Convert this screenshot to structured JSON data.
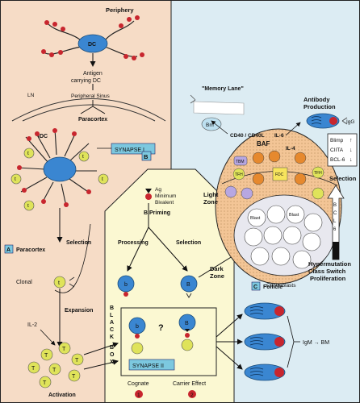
{
  "top": {
    "periphery": "Periphery",
    "dc": "DC",
    "antigen_line1": "Antigen",
    "antigen_line2": "carrying DC",
    "ln": "LN",
    "sinus": "Peripheral Sinus",
    "paracortex_top": "Paracortex"
  },
  "left": {
    "idc": "IDC",
    "synapse1": "SYNAPSE I",
    "panel_a_letter": "A",
    "panel_a_label": "Paracortex",
    "selection": "Selection",
    "clonal": "Clonal",
    "expansion": "Expansion",
    "il2": "IL-2",
    "activation": "Activation",
    "t": "t",
    "T": "T"
  },
  "middle": {
    "panel_b_letter": "B",
    "ag_line1": "Ag",
    "ag_line2": "Minimum",
    "ag_line3": "Bivalent",
    "b_priming": "B Priming",
    "processing": "Processing",
    "selection": "Selection",
    "black_box": [
      "B",
      "L",
      "A",
      "C",
      "K",
      "",
      "B",
      "O",
      "X"
    ],
    "question": "?",
    "synapse2": "SYNAPSE II",
    "cognate": "Cognate",
    "carrier": "Carrier Effect",
    "num1": "1",
    "num2": "2",
    "b": "b",
    "B": "B"
  },
  "right": {
    "memory_lane": "\"Memory Lane\"",
    "bm": "Bm",
    "baf": "BAF",
    "cd40": "CD40 / CD40L",
    "il6": "IL-6",
    "il4": "IL-4",
    "antibody_line1": "Antibody",
    "antibody_line2": "Production",
    "igg": "IgG",
    "blimp": "Blimp",
    "ciita": "CIITA",
    "bcl6": "BCL-6",
    "selection": "Selection",
    "bcl6_vertical": [
      "B",
      "C",
      "L",
      "6"
    ],
    "light_zone_1": "Light",
    "light_zone_2": "Zone",
    "dark_zone_1": "Dark",
    "dark_zone_2": "Zone",
    "hyper_1": "Hypermutation",
    "hyper_2": "Class Switch",
    "hyper_3": "Proliferation",
    "centroblasts": "Centroblasts",
    "panel_c_letter": "C",
    "panel_c_label": "Follicle",
    "tfh": "TFH",
    "tbm": "TBM",
    "fdc": "FDC",
    "blast": "Blast",
    "igm_bm": "IgM → BM"
  },
  "colors": {
    "left_bg": "#f6dcc6",
    "right_bg": "#dcecf3",
    "center_bg": "#fbf8d2",
    "cell_blue": "#3a86d1",
    "t_yellow": "#dfe35a",
    "red": "#c8262e",
    "label_box": "#7cc8df",
    "follicle_light": "#f3c596",
    "orange_cell": "#e6892e"
  }
}
